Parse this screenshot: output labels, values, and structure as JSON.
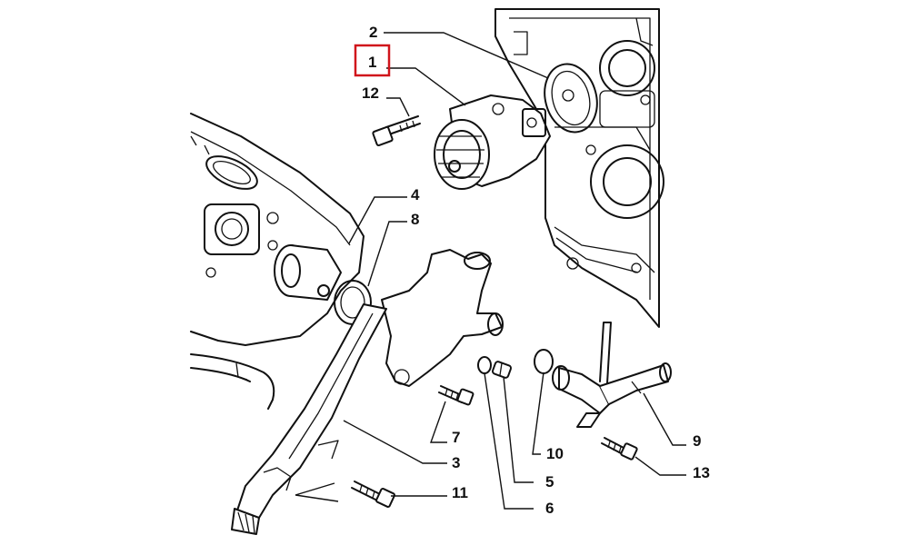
{
  "diagram": {
    "highlight_color": "#d0141b",
    "line_color": "#111111",
    "labels": {
      "l1": "1",
      "l2": "2",
      "l3": "3",
      "l4": "4",
      "l5": "5",
      "l6": "6",
      "l7": "7",
      "l8": "8",
      "l9": "9",
      "l10": "10",
      "l11": "11",
      "l12": "12",
      "l13": "13"
    },
    "highlighted_label": "1"
  }
}
